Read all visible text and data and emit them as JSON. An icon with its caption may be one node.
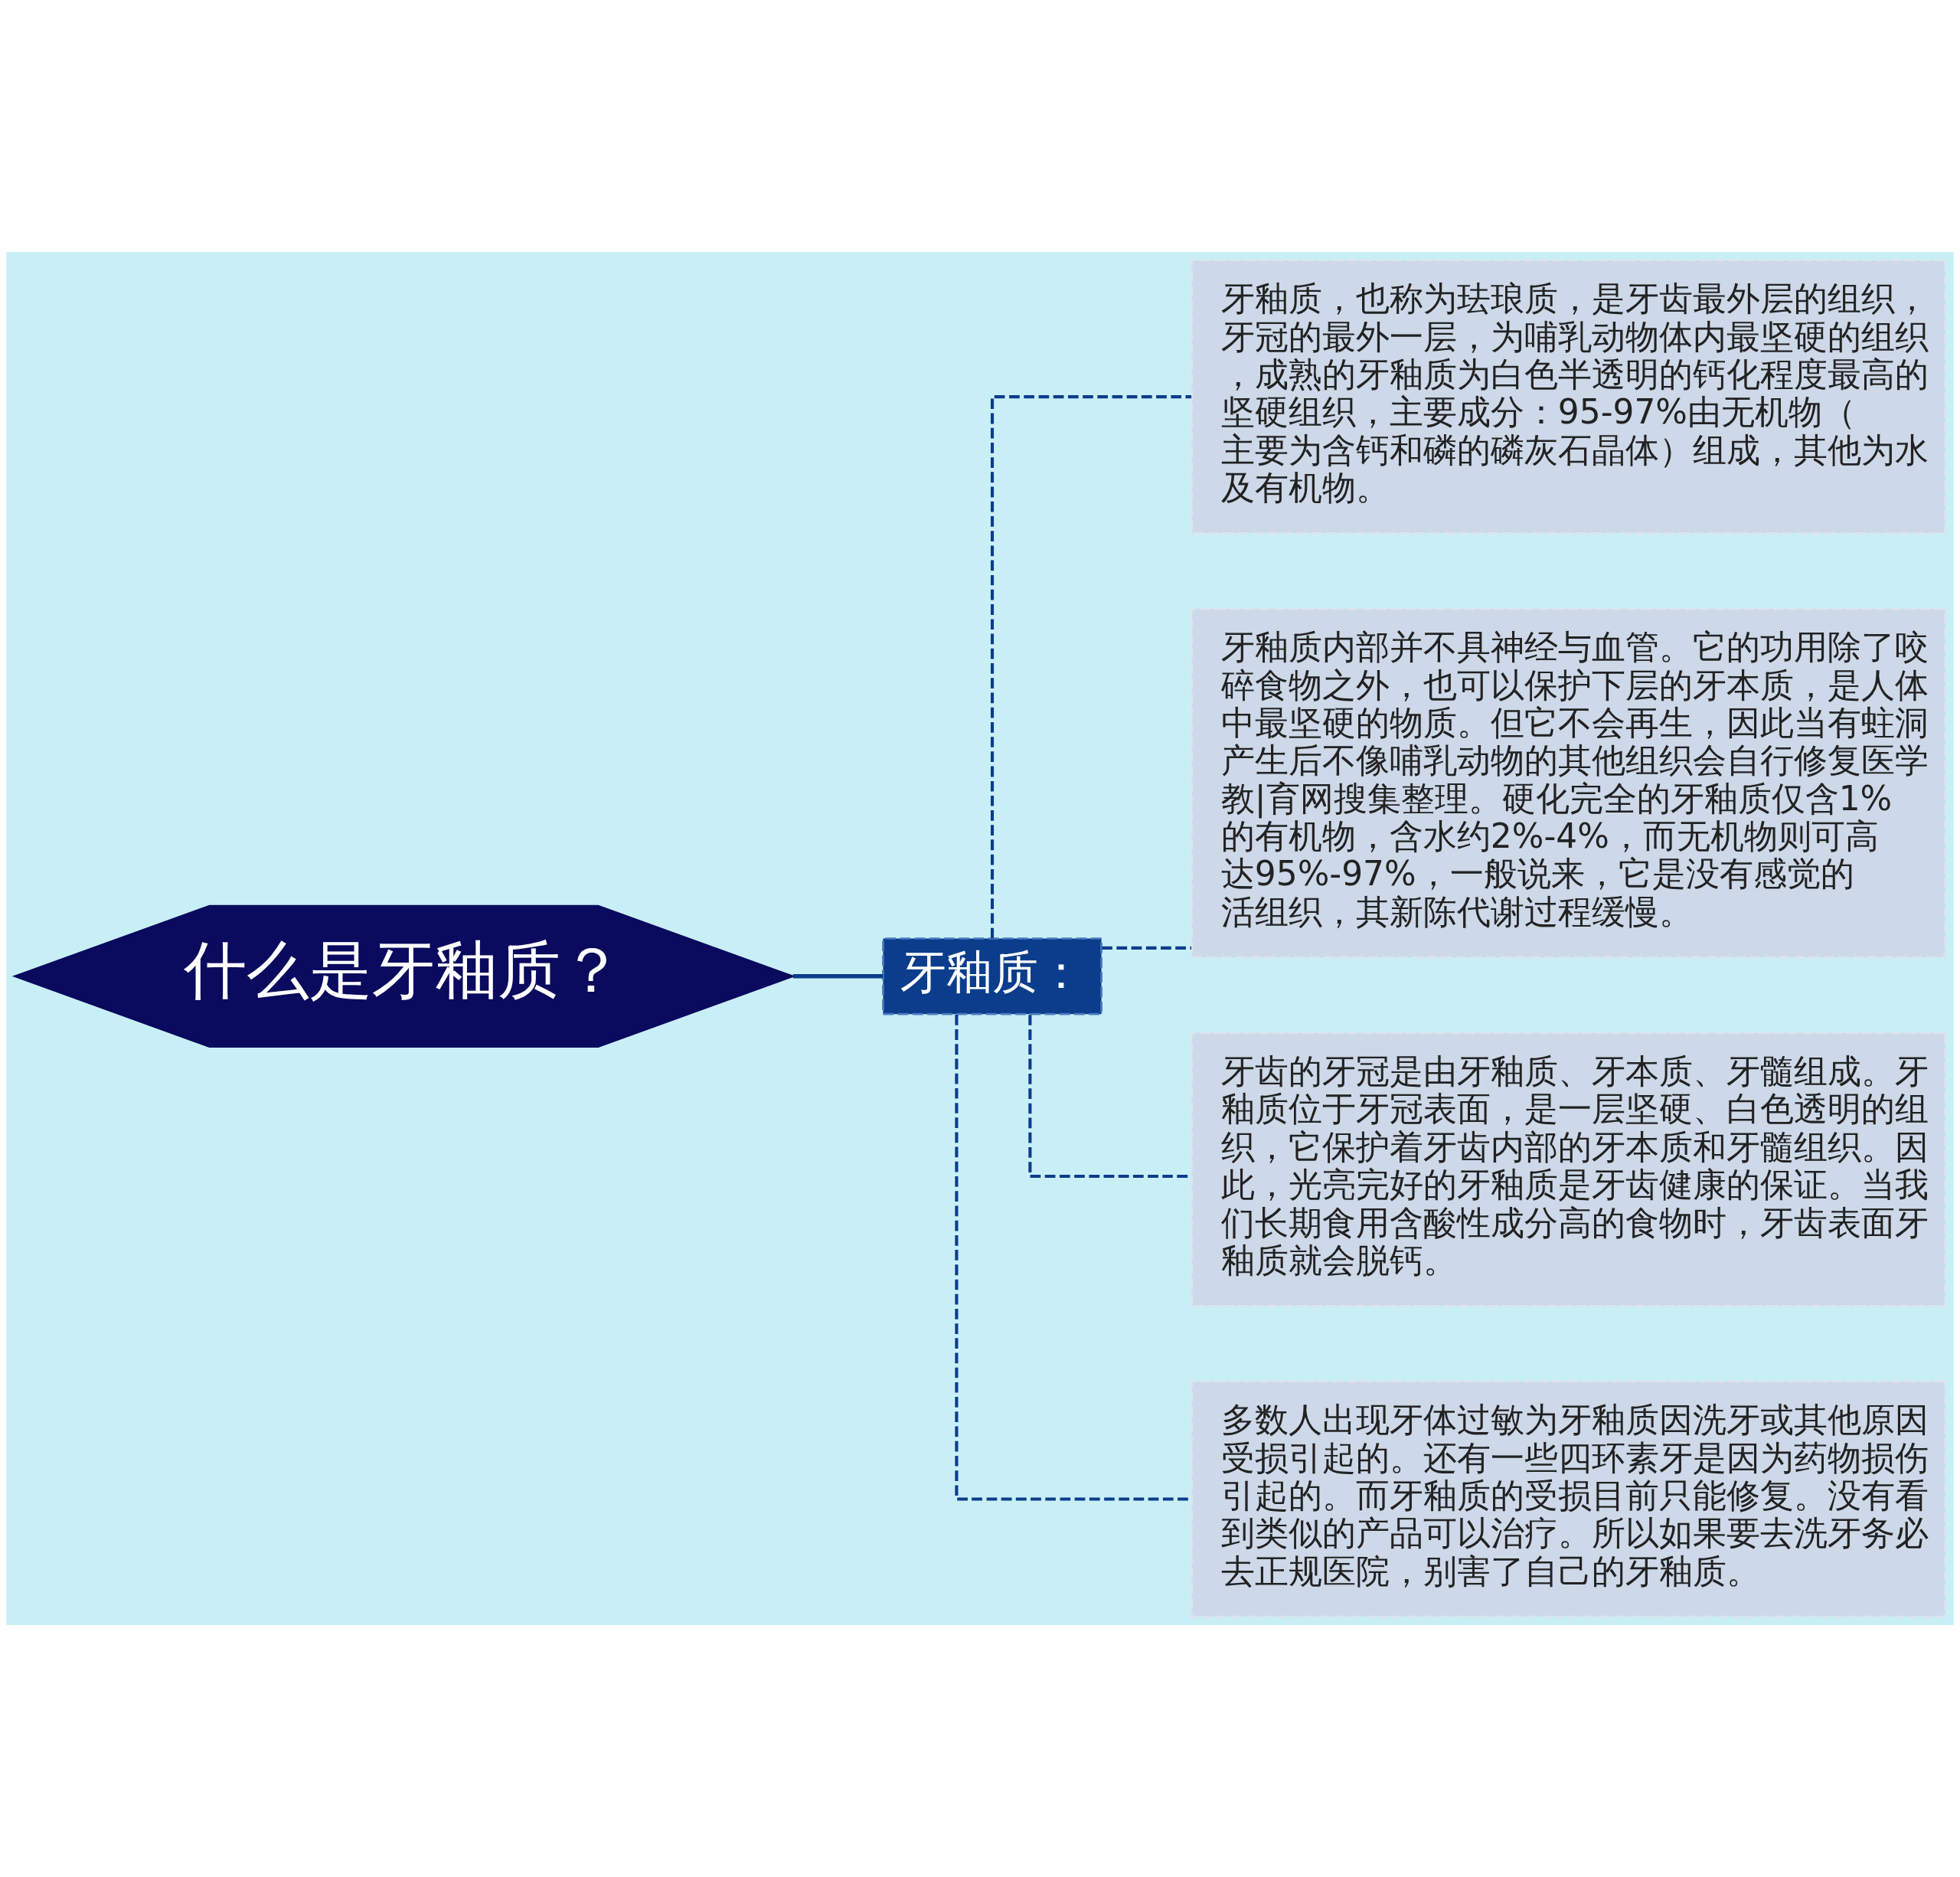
{
  "diagram": {
    "nodes": [
      {
        "text": [
          "什么是牙釉质？"
        ]
      },
      {
        "text": [
          "牙釉质："
        ]
      },
      {
        "text": [
          "牙釉质，也称为珐琅质，是牙齿最外层的组织，牙冠的最外一层，为哺乳动物体内最坚硬的组织，成熟的牙釉质为白色半透明的钙化程度最高的坚硬组织，主要成分：95-97%由无机物（主要为含钙和磷的磷灰石晶体）组成，其他为水及有机物。"
        ]
      },
      {
        "text": [
          "牙釉质内部并不具神经与血管。它的功用除了咬碎食物之外，也可以保护下层的牙本质，是人体中最坚硬的物质。但它不会再生，因此当有蛀洞产生后不像哺乳动物的其他组织会自行修复医学教|育网搜集整理。硬化完全的牙釉质仅含1%的有机物，含水约2%-4%，而无机物则可高达95%-97%，一般说来，它是没有感觉的活组织，其新陈代谢过程缓慢。"
        ]
      },
      {
        "text": [
          "牙齿的牙冠是由牙釉质、牙本质、牙髓组成。牙釉质位于牙冠表面，是一层坚硬、白色透明的组织，它保护着牙齿内部的牙本质和牙髓组织。因此，光亮完好的牙釉质是牙齿健康的保证。当我们长期食用含酸性成分高的食物时，牙齿表面牙釉质就会脱钙。"
        ]
      },
      {
        "text": [
          "多数人出现牙体过敏为牙釉质因洗牙或其他原因受损引起的。还有一些四环素牙是因为药物损伤引起的。而牙釉质的受损目前只能修复。没有看到类似的产品可以治疗。所以如果要去洗牙务必去正规医院，别害了自己的牙釉质。"
        ]
      }
    ],
    "edges": [
      {
        "from": 0,
        "to": 1,
        "arrow": "none"
      },
      {
        "from": 1,
        "to": 2,
        "arrow": "none",
        "style": "dashed"
      },
      {
        "from": 1,
        "to": 3,
        "arrow": "none",
        "style": "dashed"
      },
      {
        "from": 1,
        "to": 4,
        "arrow": "none",
        "style": "dashed"
      },
      {
        "from": 1,
        "to": 5,
        "arrow": "none",
        "style": "dashed"
      }
    ]
  }
}
